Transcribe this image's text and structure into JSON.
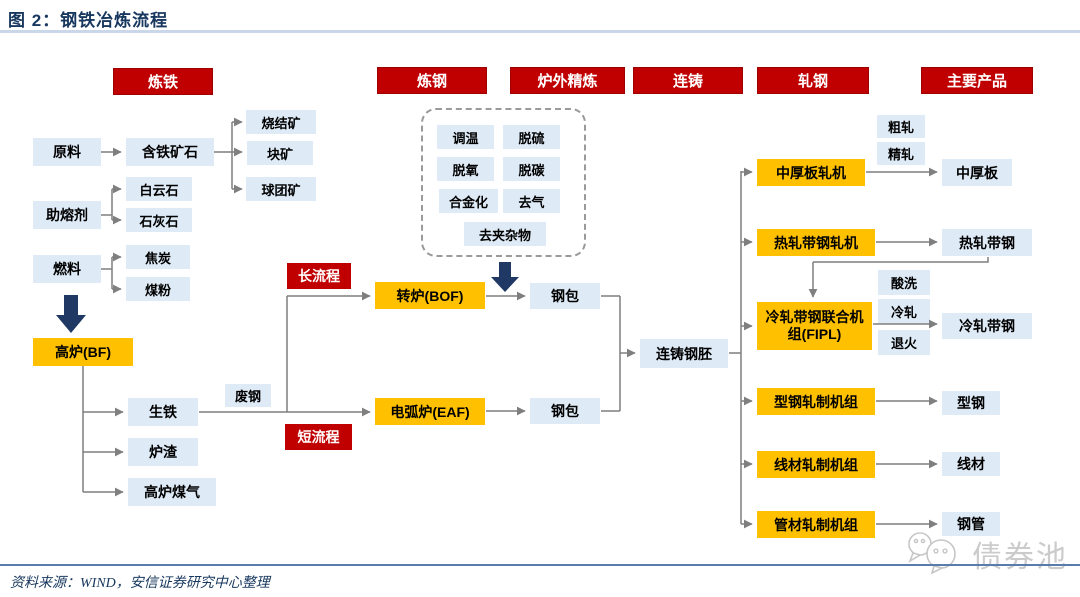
{
  "figure": {
    "title": "图 2：钢铁冶炼流程",
    "source": "资料来源：WIND，安信证券研究中心整理",
    "watermark": "债券池"
  },
  "stages": {
    "ironmaking": "炼铁",
    "steelmaking": "炼钢",
    "secondary_refining": "炉外精炼",
    "continuous_casting": "连铸",
    "rolling": "轧钢",
    "main_products": "主要产品"
  },
  "flow_labels": {
    "long_process": "长流程",
    "short_process": "短流程"
  },
  "nodes": {
    "raw_material": "原料",
    "iron_ore": "含铁矿石",
    "sinter": "烧结矿",
    "lump_ore": "块矿",
    "pellet": "球团矿",
    "flux": "助熔剂",
    "dolomite": "白云石",
    "limestone": "石灰石",
    "fuel": "燃料",
    "coke": "焦炭",
    "coal_powder": "煤粉",
    "blast_furnace": "高炉(BF)",
    "pig_iron": "生铁",
    "slag": "炉渣",
    "bf_gas": "高炉煤气",
    "scrap": "废钢",
    "bof": "转炉(BOF)",
    "eaf": "电弧炉(EAF)",
    "ladle_top": "钢包",
    "ladle_bottom": "钢包",
    "temp_adjust": "调温",
    "desulfurize": "脱硫",
    "deoxidize": "脱氧",
    "decarbonize": "脱碳",
    "alloying": "合金化",
    "degas": "去气",
    "remove_inclusions": "去夹杂物",
    "cast_billet": "连铸钢胚",
    "plate_mill": "中厚板轧机",
    "roughing": "粗轧",
    "finishing": "精轧",
    "plate": "中厚板",
    "hot_strip_mill": "热轧带钢轧机",
    "hot_strip": "热轧带钢",
    "cold_mill_fipl": "冷轧带钢联合机组(FIPL)",
    "pickling": "酸洗",
    "cold_rolling": "冷轧",
    "annealing": "退火",
    "cold_strip": "冷轧带钢",
    "section_mill": "型钢轧制机组",
    "section_steel": "型钢",
    "wire_mill": "线材轧制机组",
    "wire_rod": "线材",
    "tube_mill": "管材轧制机组",
    "steel_pipe": "钢管"
  },
  "colors": {
    "stage_red": "#C00000",
    "process_orange": "#FFC000",
    "item_blue": "#DEEAF6",
    "big_arrow_navy": "#1F3864",
    "line_gray": "#7F7F7F",
    "title_navy": "#17375E"
  }
}
